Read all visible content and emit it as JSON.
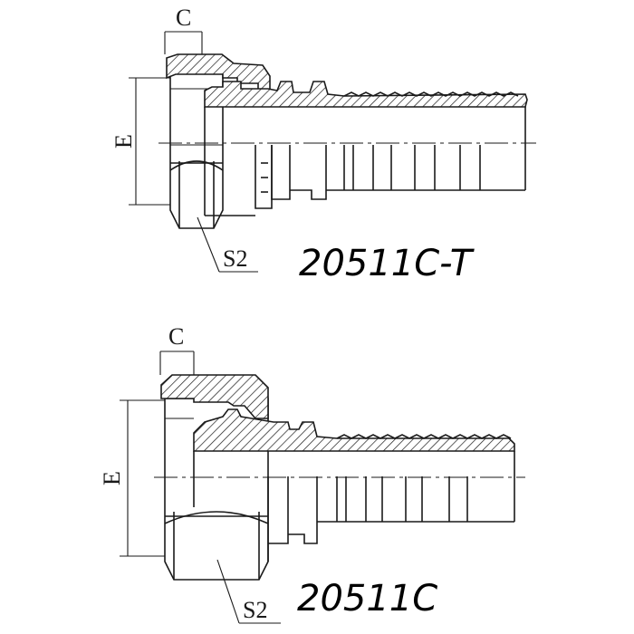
{
  "drawings": [
    {
      "part_number": "20511C-T",
      "dim_width": "C",
      "dim_height": "E",
      "dim_hex": "S2"
    },
    {
      "part_number": "20511C",
      "dim_width": "C",
      "dim_height": "E",
      "dim_hex": "S2"
    }
  ],
  "colors": {
    "ink": "#1a1a1a",
    "background": "#ffffff"
  }
}
